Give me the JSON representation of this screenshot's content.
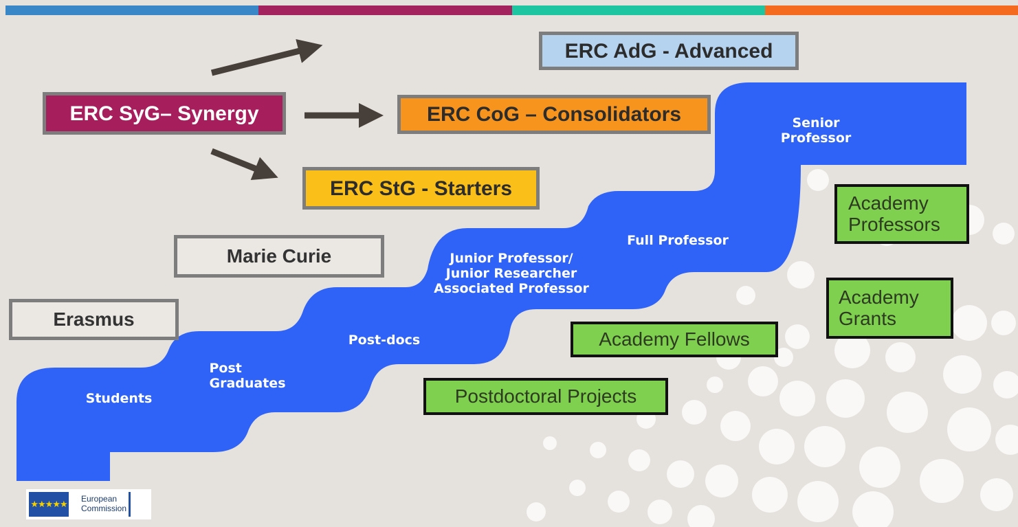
{
  "colors": {
    "top_bar": [
      "#3a87c8",
      "#a3235f",
      "#1dc6a0",
      "#f46b1f"
    ],
    "stairs": "#2f62f6",
    "synergy": "#a61e5c",
    "advanced": "#b5d3ef",
    "consolidators": "#f7941d",
    "starters": "#fbbf1a",
    "academy": "#7ed04e",
    "arrows": "#473f3a"
  },
  "erc": {
    "synergy": "ERC SyG– Synergy",
    "advanced": "ERC AdG - Advanced",
    "consolidators": "ERC CoG – Consolidators",
    "starters": "ERC StG - Starters"
  },
  "programs": {
    "marie_curie": "Marie Curie",
    "erasmus": "Erasmus"
  },
  "stairs": {
    "students": "Students",
    "post_graduates": "Post\nGraduates",
    "post_docs": "Post-docs",
    "junior": "Junior Professor/\nJunior Researcher\nAssociated Professor",
    "full_professor": "Full Professor",
    "senior_professor": "Senior\nProfessor"
  },
  "academy": {
    "professors": "Academy\nProfessors",
    "grants": "Academy\nGrants",
    "fellows": "Academy Fellows",
    "postdoctoral_projects": "Postdoctoral Projects"
  },
  "logo": {
    "name": "European\nCommission",
    "flag_icon": "eu-flag-icon"
  }
}
